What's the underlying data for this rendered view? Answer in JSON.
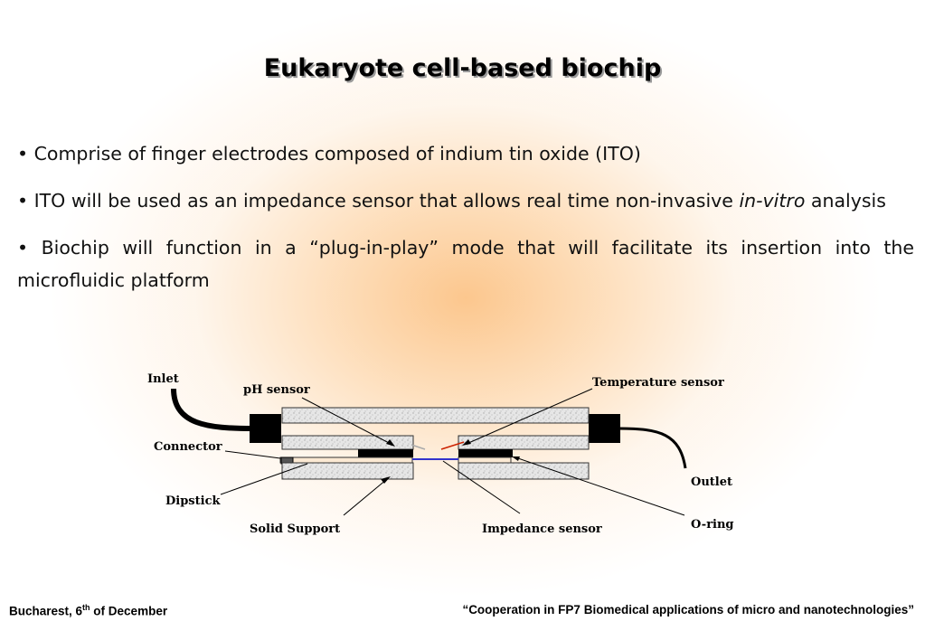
{
  "title": "Eukaryote cell-based biochip",
  "bullets": [
    {
      "text": "Comprise of finger electrodes composed of indium tin oxide (ITO)"
    },
    {
      "pre": "ITO will be used as an impedance sensor that allows real time non-invasive ",
      "em": "in-vitro",
      "post": " analysis"
    },
    {
      "text": "Biochip will function in a “plug-in-play” mode that will facilitate its insertion into the microfluidic platform"
    }
  ],
  "diagram": {
    "labels": {
      "inlet": "Inlet",
      "ph_sensor": "pH sensor",
      "temperature_sensor": "Temperature sensor",
      "connector": "Connector",
      "dipstick": "Dipstick",
      "solid_support": "Solid Support",
      "impedance_sensor": "Impedance sensor",
      "outlet": "Outlet",
      "o_ring": "O-ring"
    }
  },
  "footer": {
    "left_pre": "Bucharest, 6",
    "left_sup": "th",
    "left_post": " of December",
    "right": "“Cooperation in FP7 Biomedical applications of micro and nanotechnologies”"
  }
}
